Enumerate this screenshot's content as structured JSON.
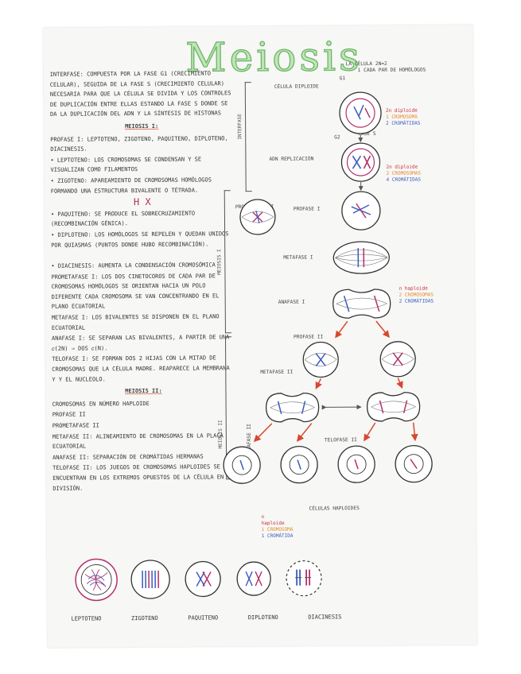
{
  "title": "Meiosis",
  "left_text": {
    "interfase": "INTERFASE: COMPUESTA POR LA FASE G1 (CRECIMIENTO CELULAR), SEGUIDA DE LA FASE S (CRECIMIENTO CELULAR) NECESARIA PARA QUE LA CÉLULA SE DIVIDA Y LOS CONTROLES DE DUPLICACIÓN ENTRE ELLAS ESTANDO LA FASE S DONDE SE DA LA DUPLICACIÓN DEL ADN Y LA SÍNTESIS DE HISTONAS",
    "meiosis1_heading": "MEIOSIS I:",
    "profase1": "PROFASE I: LEPTOTENO, ZIGOTENO, PAQUITENO, DIPLOTENO, DIACINESIS.",
    "leptoteno": "• LEPTOTENO: LOS CROMOSOMAS SE CONDENSAN Y SE VISUALIZAN COMO FILAMENTOS",
    "zigoteno": "• ZIGOTENO: APAREAMIENTO DE CROMOSOMAS HOMÓLOGOS FORMANDO UNA ESTRUCTURA BIVALENTE O TÉTRADA.",
    "hx_symbol": "H X",
    "paquiteno": "• PAQUITENO: SE PRODUCE EL SOBRECRUZAMIENTO (RECOMBINACIÓN GÉNICA).",
    "diploteno": "• DIPLOTENO: LOS HOMÓLOGOS SE REPELEN Y QUEDAN UNIDOS POR QUIASMAS (PUNTOS DONDE HUBO RECOMBINACIÓN).",
    "diacinesis": "• DIACINESIS: AUMENTA LA CONDENSACIÓN CROMOSÓMICA",
    "prometafase1": "PROMETAFASE I: LOS DOS CINETOCOROS DE CADA PAR DE CROMOSOMAS HOMÓLOGOS SE ORIENTAN HACIA UN POLO DIFERENTE CADA CROMOSOMA SE VAN CONCENTRANDO EN EL PLANO ECUATORIAL",
    "metafase1": "METAFASE I: LOS BIVALENTES SE DISPONEN EN EL PLANO ECUATORIAL",
    "anafase1": "ANAFASE I: SE SEPARAN LAS BIVALENTES, A PARTIR DE UNA 𝑐(2n) ⇒ DOS 𝑐(n).",
    "telofase1": "TELOFASE I: SE FORMAN DOS 2 HIJAS CON LA MITAD DE CROMOSOMAS QUE LA CÉLULA MADRE. REAPARECE LA MEMBRANA y Y EL NUCLEOLO.",
    "meiosis2_heading": "MEIOSIS II:",
    "meiosis2_intro": "CROMOSOMAS EN NÚMERO HAPLOIDE",
    "profase2": "PROFASE II",
    "prometafase2": "PROMETAFASE II",
    "metafase2": "METAFASE II: ALINEAMIENTO DE CROMOSOMAS EN LA PLACA ECUATORIAL",
    "anafase2": "ANAFASE II: SEPARACIÓN DE CROMÁTIDAS HERMANAS",
    "telofase2": "TELOFASE II: LOS JUEGOS DE CROMOSOMAS HAPLOIDES SE ENCUENTRAN EN LOS EXTREMOS OPUESTOS DE LA CÉLULA EN DIVISIÓN."
  },
  "side_marks": {
    "interfase": "INTERFASE",
    "meiosis1": "MEIOSIS I",
    "meiosis2": "MEIOSIS II"
  },
  "diagram_labels": {
    "top_note_1": "LA CÉLULA 2n=2",
    "top_note_2": "1 CADA PAR DE HOMÓLOGOS",
    "g1": "G1",
    "celula_diploide": "CÉLULA DIPLOIDE",
    "fase_s": "FASE S",
    "g2": "G2",
    "adn_replicacion": "ADN REPLICACIÓN",
    "prometafase1": "PROMETAFASE I",
    "profase1": "PROFASE I",
    "metafase1": "METAFASE I",
    "anafase1": "ANAFASE I",
    "profase2": "PROFASE II",
    "metafase2": "METAFASE II",
    "anafase2": "ANAFASE II",
    "telofase2": "TELOFASE II",
    "celulas_haploides": "CÉLULAS HAPLOIDES"
  },
  "legends": {
    "g1": {
      "a": "2n diploide",
      "b": "1 CROMOSOMA",
      "c": "2 CROMÁTIDAS"
    },
    "g2": {
      "a": "2n diploide",
      "b": "2 CROMOSOMAS",
      "c": "4 CROMÁTIDAS"
    },
    "anafase": {
      "a": "n haploide",
      "b": "2 CROMOSOMAS",
      "c": "2 CROMÁTIDAS"
    },
    "final": {
      "a": "n",
      "b": "haploide",
      "c": "1 CROMOSOMA",
      "d": "1 CROMÁTIDA"
    }
  },
  "stage_labels": [
    "LEPTOTENO",
    "ZIGOTENO",
    "PAQUITENO",
    "DIPLOTENO",
    "DIACINESIS"
  ],
  "colors": {
    "title_fill": "#bfe6b6",
    "title_stroke": "#6db469",
    "magenta": "#b2306a",
    "blue": "#3a5bbd",
    "orange": "#e58a2b",
    "red_arrow": "#d8472f"
  }
}
